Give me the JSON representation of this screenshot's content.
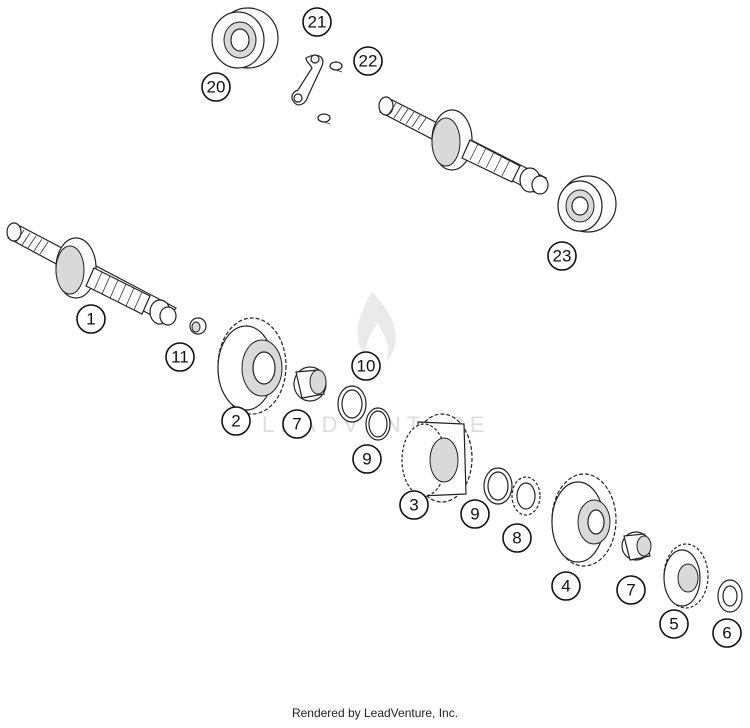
{
  "callouts": [
    "1",
    "2",
    "3",
    "4",
    "5",
    "6",
    "7",
    "7",
    "8",
    "9",
    "9",
    "10",
    "11",
    "20",
    "21",
    "22",
    "23"
  ],
  "footer": "Rendered by LeadVenture, Inc."
}
